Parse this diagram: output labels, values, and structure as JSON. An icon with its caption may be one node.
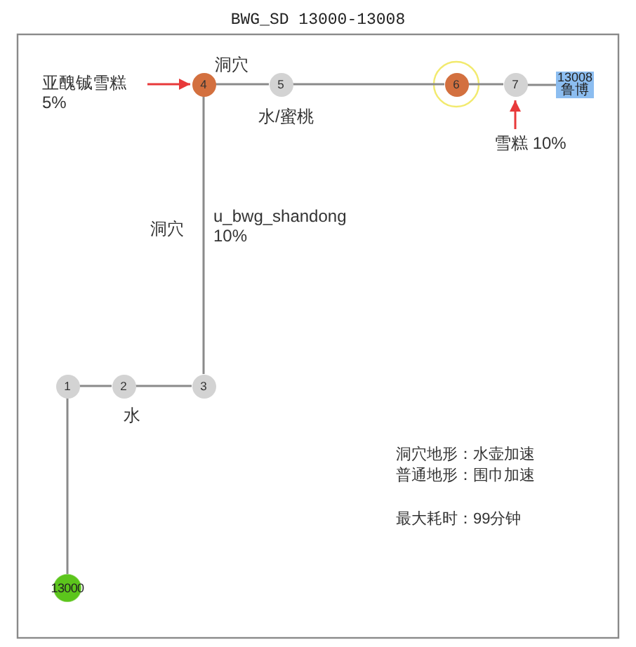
{
  "diagram": {
    "title": "BWG_SD 13000-13008",
    "nodes": [
      {
        "text": [
          "亚醜铖雪糕",
          "5%"
        ]
      },
      {
        "text": [
          "4"
        ],
        "beside": [
          "洞穴"
        ]
      },
      {
        "text": [
          "5"
        ],
        "beside": [
          "水/蜜桃"
        ]
      },
      {
        "text": [
          "6"
        ]
      },
      {
        "text": [
          "7"
        ]
      },
      {
        "text": [
          "13008",
          "鲁博"
        ]
      },
      {
        "text": [
          "雪糕 10%"
        ]
      },
      {
        "text": [
          "1"
        ]
      },
      {
        "text": [
          "2"
        ],
        "beside": [
          "水"
        ]
      },
      {
        "text": [
          "3"
        ]
      },
      {
        "text": [
          "13000"
        ]
      }
    ],
    "edges": [
      {
        "from": 10,
        "to": 7,
        "arrow": "none"
      },
      {
        "from": 7,
        "to": 8,
        "arrow": "none"
      },
      {
        "from": 8,
        "to": 9,
        "arrow": "none"
      },
      {
        "from": 9,
        "to": 1,
        "arrow": "none",
        "label": "洞穴"
      },
      {
        "from": 1,
        "to": 2,
        "arrow": "none"
      },
      {
        "from": 2,
        "to": 3,
        "arrow": "none"
      },
      {
        "from": 3,
        "to": 4,
        "arrow": "none"
      },
      {
        "from": 4,
        "to": 5,
        "arrow": "none"
      },
      {
        "from": 0,
        "to": 1,
        "arrow": "to",
        "color": "#e8393a"
      },
      {
        "from": 6,
        "to": 4,
        "arrow": "to",
        "color": "#e8393a"
      }
    ],
    "labels": [
      "u_bwg_shandong 10%",
      "洞穴地形：水壶加速",
      "普通地形：围巾加速",
      "最大耗时：99分钟"
    ]
  }
}
